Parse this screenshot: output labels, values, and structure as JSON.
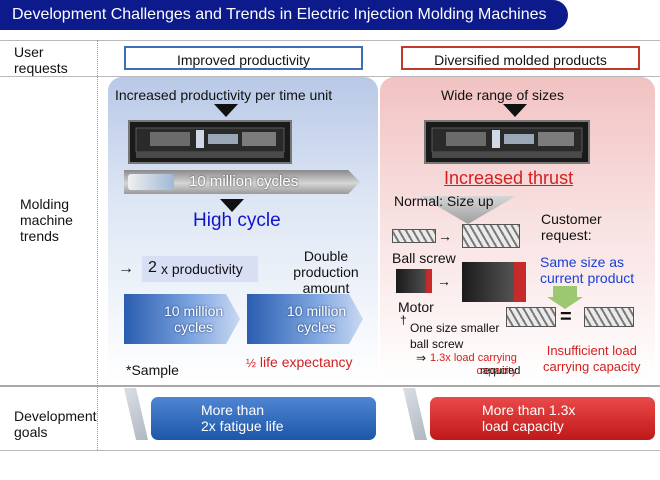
{
  "title": "Development Challenges and Trends in Electric Injection Molding Machines",
  "rows": {
    "user_requests": "User\nrequests",
    "molding_trends": "Molding\nmachine\ntrends",
    "development_goals": "Development\ngoals"
  },
  "requests": {
    "left": "Improved productivity",
    "right": "Diversified molded products"
  },
  "left": {
    "heading": "Increased productivity per time unit",
    "cycles_bar": "10 million cycles",
    "high_cycle": "High cycle",
    "productivity_prefix": "2",
    "productivity_word": "x productivity",
    "double_amount": "Double\nproduction\namount",
    "cycle_box_1": "10 million\ncycles",
    "cycle_box_2": "10 million\ncycles",
    "half": "½",
    "life_expectancy": "life expectancy",
    "sample": "*Sample"
  },
  "right": {
    "heading": "Wide range of sizes",
    "increased_thrust": "Increased thrust",
    "normal_size_up": "Normal: Size up",
    "customer_request": "Customer\nrequest:",
    "same_size": "Same size as\ncurrent product",
    "ball_screw": "Ball screw",
    "motor": "Motor",
    "one_size_smaller": "One size smaller\nball screw",
    "load_prefix": "⇒",
    "load_red": "1.3x load carrying\ncapacity",
    "load_suffix": "required",
    "insufficient": "Insufficient load\ncarrying capacity"
  },
  "goals": {
    "left": "More than\n2x fatigue life",
    "right": "More than 1.3x\nload capacity"
  },
  "colors": {
    "title_bg": "#0d1a8c",
    "blue_accent": "#3b6fb6",
    "red_accent": "#c0392b",
    "high_cycle_text": "#1212cc",
    "same_size_text": "#1a3fd6"
  }
}
